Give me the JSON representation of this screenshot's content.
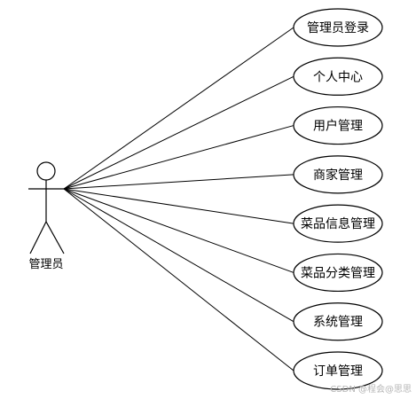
{
  "diagram": {
    "actor": {
      "label": "管理员"
    },
    "use_cases": [
      {
        "label": "管理员登录"
      },
      {
        "label": "个人中心"
      },
      {
        "label": "用户管理"
      },
      {
        "label": "商家管理"
      },
      {
        "label": "菜品信息管理"
      },
      {
        "label": "菜品分类管理"
      },
      {
        "label": "系统管理"
      },
      {
        "label": "订单管理"
      }
    ],
    "watermark": "CSDN @程会@思思"
  }
}
